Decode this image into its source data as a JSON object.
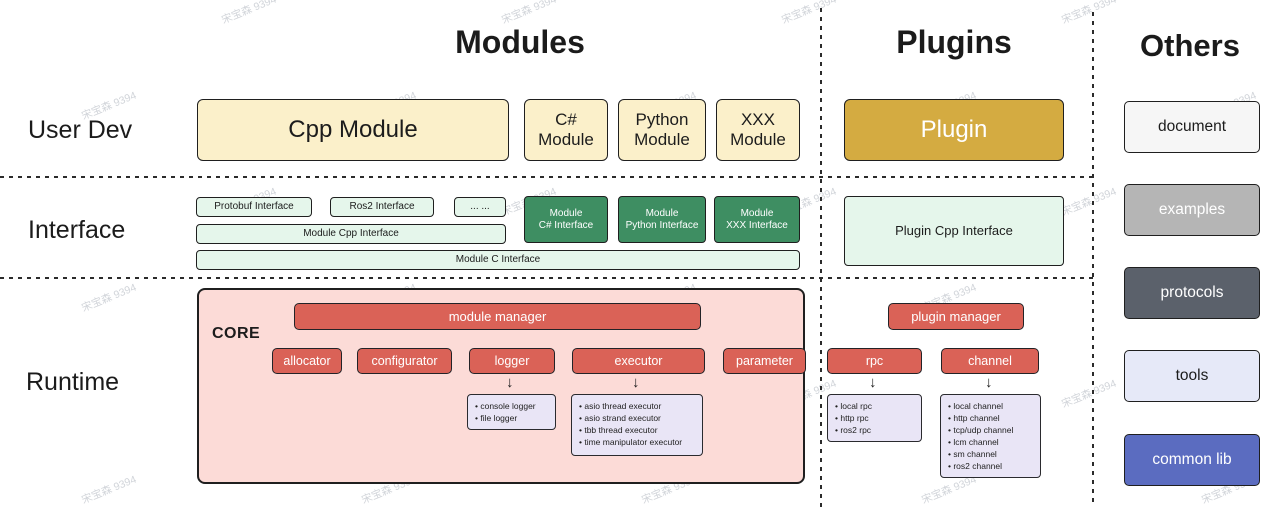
{
  "watermark": {
    "text": "宋宝森 9394"
  },
  "icons": {
    "arrow_down": "↓"
  },
  "headers": {
    "modules": "Modules",
    "plugins": "Plugins",
    "others": "Others"
  },
  "rows": {
    "user_dev": "User Dev",
    "interface": "Interface",
    "runtime": "Runtime"
  },
  "modules": {
    "user_dev": {
      "cpp": "Cpp Module",
      "csharp": "C#\nModule",
      "python": "Python\nModule",
      "xxx": "XXX\nModule"
    },
    "interface": {
      "protobuf": "Protobuf Interface",
      "ros2": "Ros2 Interface",
      "dots": "... ...",
      "cpp": "Module Cpp Interface",
      "c": "Module C Interface",
      "csharp": "Module\nC# Interface",
      "python": "Module\nPython Interface",
      "xxx": "Module\nXXX Interface"
    }
  },
  "plugins": {
    "plugin": "Plugin",
    "interface": "Plugin Cpp Interface"
  },
  "runtime": {
    "core_label": "CORE",
    "module_manager": "module manager",
    "plugin_manager": "plugin manager",
    "components": [
      "allocator",
      "configurator",
      "logger",
      "executor",
      "parameter"
    ],
    "plugin_components": [
      "rpc",
      "channel"
    ],
    "logger_items": [
      "console logger",
      "file logger"
    ],
    "executor_items": [
      "asio thread executor",
      "asio strand executor",
      "tbb thread executor",
      "time manipulator executor"
    ],
    "rpc_items": [
      "local rpc",
      "http rpc",
      "ros2 rpc"
    ],
    "channel_items": [
      "local channel",
      "http channel",
      "tcp/udp channel",
      "lcm channel",
      "sm channel",
      "ros2 channel"
    ]
  },
  "others": [
    {
      "label": "document"
    },
    {
      "label": "examples"
    },
    {
      "label": "protocols"
    },
    {
      "label": "tools"
    },
    {
      "label": "common lib"
    }
  ]
}
